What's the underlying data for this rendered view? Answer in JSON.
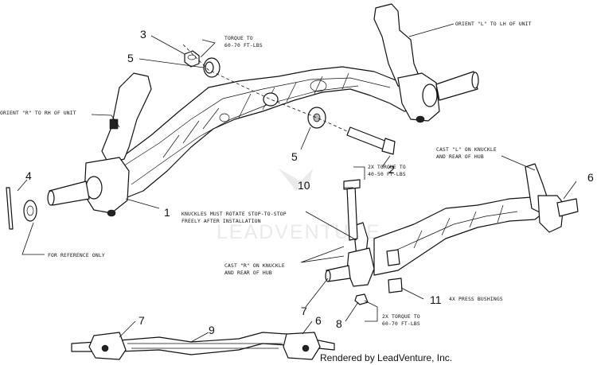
{
  "watermark": {
    "logo_text": "LEADVENTURE"
  },
  "credit": "Rendered by LeadVenture, Inc.",
  "callouts": [
    {
      "id": "c3",
      "number": "3"
    },
    {
      "id": "c5a",
      "number": "5"
    },
    {
      "id": "c5b",
      "number": "5"
    },
    {
      "id": "c2",
      "number": "2"
    },
    {
      "id": "c1",
      "number": "1"
    },
    {
      "id": "c4",
      "number": "4"
    },
    {
      "id": "c10",
      "number": "10"
    },
    {
      "id": "c6a",
      "number": "6"
    },
    {
      "id": "c11",
      "number": "11"
    },
    {
      "id": "c7a",
      "number": "7"
    },
    {
      "id": "c8",
      "number": "8"
    },
    {
      "id": "c7b",
      "number": "7"
    },
    {
      "id": "c9",
      "number": "9"
    },
    {
      "id": "c6b",
      "number": "6"
    }
  ],
  "notes": {
    "torque_nut_1": "TORQUE TO",
    "torque_nut_2": "60-70 FT-LBS",
    "orient_l": "ORIENT \"L\" TO LH OF UNIT",
    "orient_r_1": "ORIENT \"R\" TO RH OF UNIT",
    "cast_l_1": "CAST \"L\" ON KNUCKLE",
    "cast_l_2": "AND REAR OF HUB",
    "torque_10_1": "2X TORQUE TO",
    "torque_10_2": "40-50 FT-LBS",
    "knuckles_1": "KNUCKLES MUST ROTATE STOP-TO-STOP",
    "knuckles_2": "FREELY AFTER INSTALLATION",
    "for_reference": "FOR REFERENCE ONLY",
    "cast_r_1": "CAST \"R\" ON KNUCKLE",
    "cast_r_2": "AND REAR OF HUB",
    "press_bushings": "4X PRESS BUSHINGS",
    "torque_8_1": "2X TORQUE TO",
    "torque_8_2": "60-70 FT-LBS"
  }
}
